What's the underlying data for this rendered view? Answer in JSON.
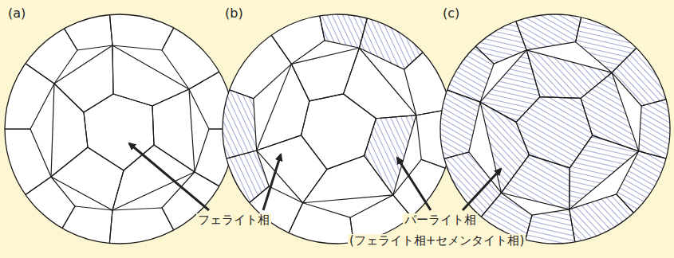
{
  "diagram": {
    "labels": [
      "(a)",
      "(b)",
      "(c)",
      "フェライト相",
      "パーライト相",
      "(フェライト相+セメンタイト相)"
    ]
  }
}
